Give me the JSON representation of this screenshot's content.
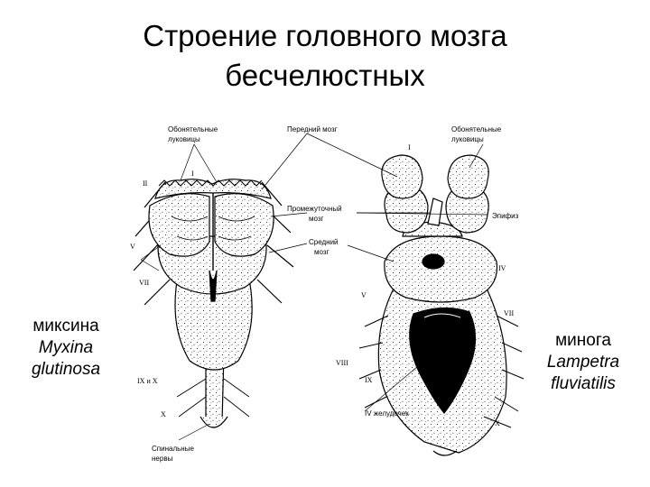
{
  "title": {
    "line1": "Строение головного мозга",
    "line2": "бесчелюстных"
  },
  "left_species": {
    "common": "миксина",
    "latin1": "Myxina",
    "latin2": "glutinosa"
  },
  "right_species": {
    "common": "минога",
    "latin1": "Lampetra",
    "latin2": "fluviatilis"
  },
  "labels": {
    "olfactory_left": [
      "Обонятельные",
      "луковицы"
    ],
    "forebrain": "Передний мозг",
    "olfactory_right": [
      "Обонятельные",
      "луковицы"
    ],
    "diencephalon": [
      "Промежуточный",
      "мозг"
    ],
    "epiphysis": "Эпифиз",
    "midbrain": [
      "Средний",
      "мозг"
    ],
    "ventricle": "IV желудочек",
    "spinal_nerves": [
      "Спинальные",
      "нервы"
    ]
  },
  "numerals": {
    "left_I": "I",
    "left_II": "II",
    "left_V": "V",
    "left_VII": "VII",
    "left_IX_X": "IX и X",
    "left_X": "X",
    "right_I": "I",
    "right_IV": "IV",
    "right_V": "V",
    "right_VII": "VII",
    "right_VIII": "VIII",
    "right_IX": "IX",
    "right_X": "X"
  }
}
